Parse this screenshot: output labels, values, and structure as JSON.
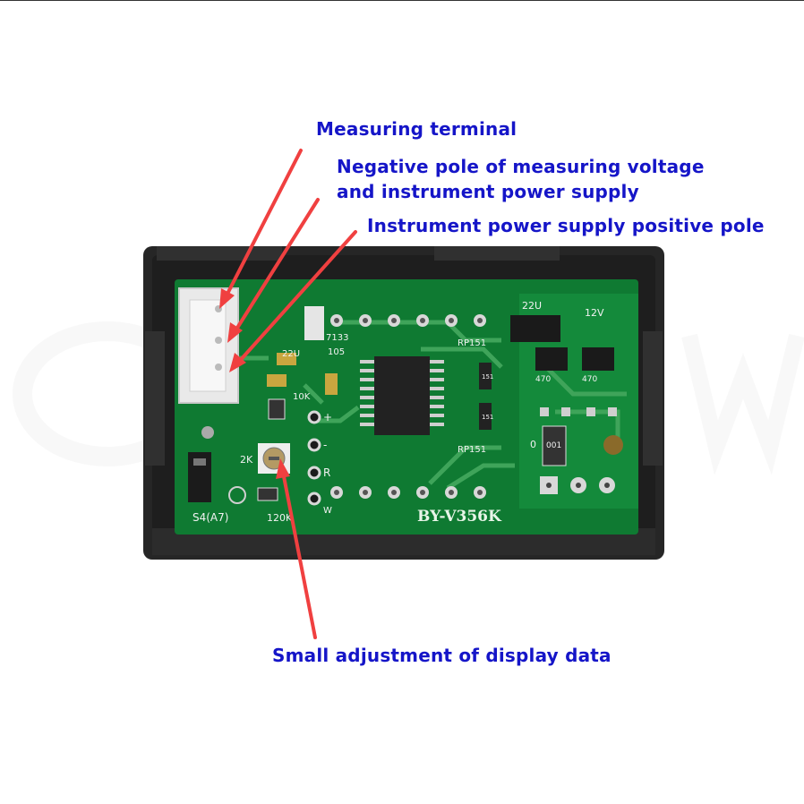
{
  "annotations": {
    "measuring_terminal": "Measuring terminal",
    "negative_pole_line1": "Negative pole of measuring voltage",
    "negative_pole_line2": "and instrument power supply",
    "positive_pole": "Instrument power supply positive pole",
    "small_adjustment": "Small adjustment of display data"
  },
  "board": {
    "model": "BY-V356K",
    "components": {
      "cap_22u_top": "22U",
      "volt_12v": "12V",
      "cap_22u_left": "22U",
      "cap_105": "105",
      "reg_7133": "7133",
      "res_10k": "10K",
      "rp151_top": "RP151",
      "rp151_bottom": "RP151",
      "res_2k": "2K",
      "res_120k": "120K",
      "diode_s4": "S4(A7)",
      "res_001": "001",
      "ind_470_left": "470",
      "ind_470_right": "470",
      "pad_plus": "+",
      "pad_minus": "-",
      "pad_r": "R",
      "pad_w": "W",
      "pad_zero": "0",
      "res_151a": "151",
      "res_151b": "151"
    }
  },
  "colors": {
    "annotation_text": "#1515c8",
    "arrow": "#f04040",
    "housing": "#2b2b2b",
    "pcb": "#0f7a32",
    "trace": "#3fa45a"
  },
  "icons": [
    "arrow-icon",
    "potentiometer-icon",
    "connector-icon",
    "chip-icon"
  ]
}
